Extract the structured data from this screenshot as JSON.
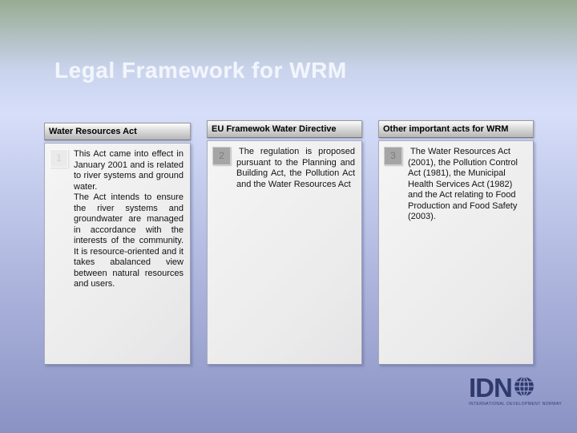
{
  "title": "Legal Framework for WRM",
  "columns": [
    {
      "header": "Water Resources Act",
      "number": "1",
      "paragraphs": [
        "This Act came into effect in January 2001 and is related to river systems and ground water.",
        "The Act intends to ensure the river systems and groundwater are managed in accordance with the interests of the community. It is resource-oriented and it takes abalanced view between natural resources and users."
      ]
    },
    {
      "header": "EU Framewok Water Directive",
      "number": "2",
      "paragraphs": [
        "The regulation is proposed pursuant to the Planning and Building Act, the Pollution Act and the Water Resources Act"
      ]
    },
    {
      "header": "Other important acts for WRM",
      "number": "3",
      "paragraphs": [
        "The Water Resources Act (2001), the Pollution Control Act (1981), the Municipal Health Services Act (1982) and the Act relating to Food Production and Food Safety (2003)."
      ]
    }
  ],
  "logo": {
    "name": "IDN",
    "tagline": "INTERNATIONAL DEVELOPMENT NORWAY",
    "icon": "globe-icon"
  },
  "colors": {
    "background_top": "#97ac92",
    "background_mid": "#d6def9",
    "background_bottom": "#8a92c4",
    "title_text": "#f2f5fb",
    "header_bar": "#c9c9c9",
    "card_background": "#eeeeee",
    "badge_gray": "#a5a5a5",
    "body_text": "#121212",
    "logo": "#2f3a6d"
  }
}
